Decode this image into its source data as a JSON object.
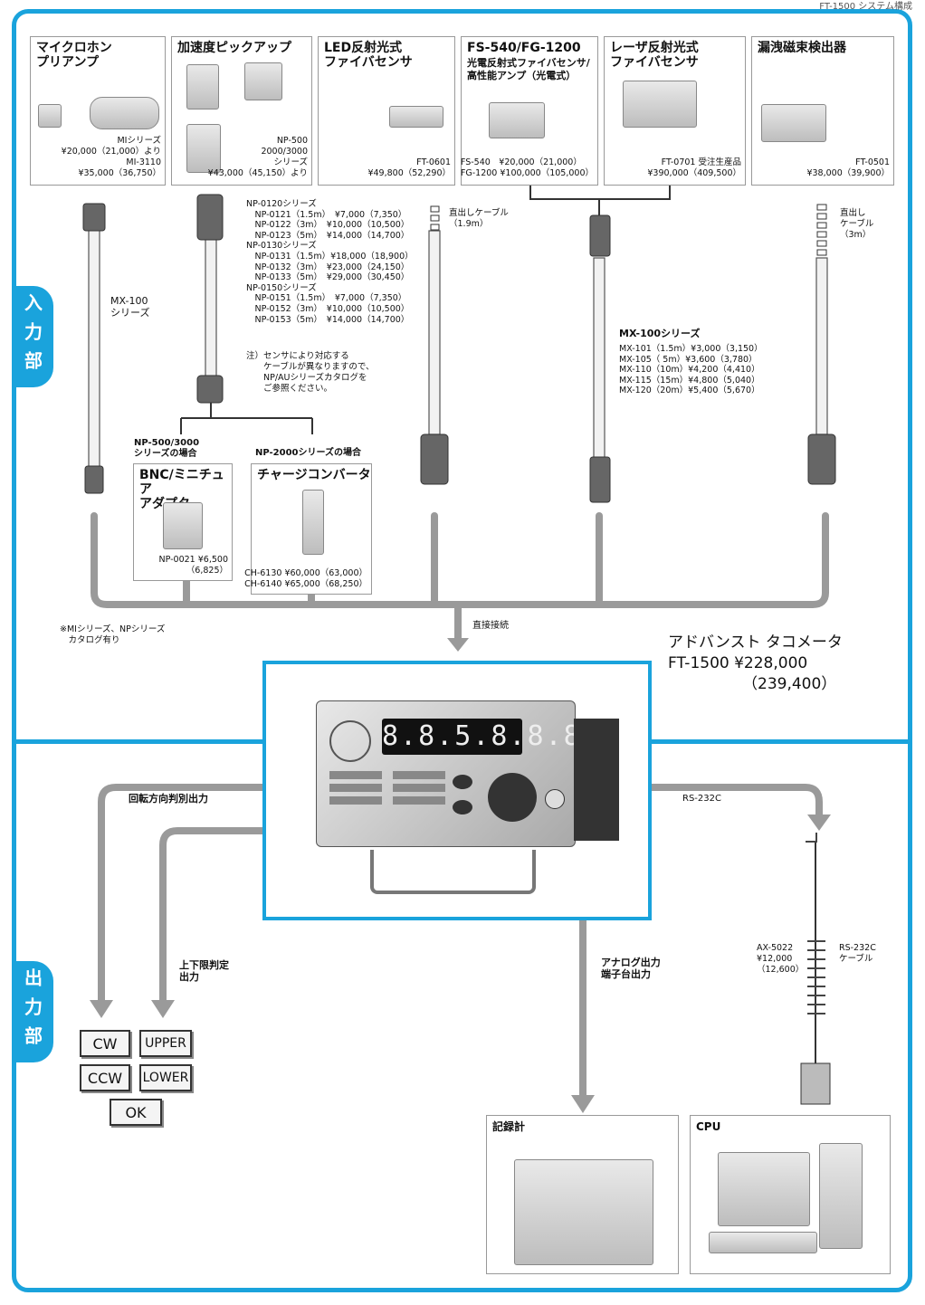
{
  "header_note": "FT-1500 システム構成",
  "section_labels": {
    "input": "入力部",
    "output": "出力部"
  },
  "sensors": [
    {
      "title": "マイクロホン\nプリアンプ",
      "prices": "MIシリーズ\n¥20,000（21,000）より\nMI-3110\n¥35,000（36,750）"
    },
    {
      "title": "加速度ピックアップ",
      "prices": "NP-500\n2000/3000\nシリーズ\n¥43,000（45,150）より"
    },
    {
      "title": "LED反射光式\nファイバセンサ",
      "prices": "FT-0601\n¥49,800（52,290）"
    },
    {
      "title": "FS-540/FG-1200",
      "subtitle": "光電反射式ファイバセンサ/\n高性能アンプ（光電式）",
      "prices": "FS-540　¥20,000（21,000）\nFG-1200 ¥100,000（105,000）"
    },
    {
      "title": "レーザ反射光式\nファイバセンサ",
      "prices": "FT-0701 受注生産品\n¥390,000（409,500）"
    },
    {
      "title": "漏洩磁束検出器",
      "prices": "FT-0501\n¥38,000（39,900）"
    }
  ],
  "cables": {
    "mx100_label": "MX-100\nシリーズ",
    "np_list": "NP-0120シリーズ\n　NP-0121（1.5m）　¥7,000（7,350）\n　NP-0122（3m）　¥10,000（10,500）\n　NP-0123（5m）　¥14,000（14,700）\nNP-0130シリーズ\n　NP-0131（1.5m）¥18,000（18,900）\n　NP-0132（3m）　¥23,000（24,150）\n　NP-0133（5m）　¥29,000（30,450）\nNP-0150シリーズ\n　NP-0151（1.5m）　¥7,000（7,350）\n　NP-0152（3m）　¥10,000（10,500）\n　NP-0153（5m）　¥14,000（14,700）",
    "np_note": "注）センサにより対応する\n　　ケーブルが異なりますので、\n　　NP/AUシリーズカタログを\n　　ご参照ください。",
    "direct_cable_1": "直出しケーブル\n（1.9m）",
    "direct_cable_2": "直出し\nケーブル\n（3m）",
    "mx_series_title": "MX-100シリーズ",
    "mx_list": "MX-101（1.5m）¥3,000（3,150）\nMX-105（ 5m）¥3,600（3,780）\nMX-110（10m）¥4,200（4,410）\nMX-115（15m）¥4,800（5,040）\nMX-120（20m）¥5,400（5,670）"
  },
  "adapters": {
    "np500_case": "NP-500/3000\nシリーズの場合",
    "np2000_case": "NP-2000シリーズの場合",
    "bnc_title": "BNC/ミニチュア\nアダプタ",
    "bnc_price": "NP-0021 ¥6,500\n（6,825）",
    "charge_title": "チャージコンバータ",
    "charge_price": "CH-6130 ¥60,000（63,000）\nCH-6140 ¥65,000（68,250）"
  },
  "catalog_note": "※MIシリーズ、NPシリーズ\n　カタログ有り",
  "direct_connect": "直接接続",
  "product": {
    "name": "アドバンスト タコメータ",
    "price": "FT-1500 ¥228,000",
    "tax": "（239,400）",
    "display": "8.8.5.8.8.8."
  },
  "outputs": {
    "rotation": "回転方向判別出力",
    "limit": "上下限判定\n出力",
    "analog": "アナログ出力\n端子台出力",
    "rs232c": "RS-232C",
    "rs_cable_label": "RS-232C\nケーブル",
    "rs_cable_price": "AX-5022\n¥12,000\n（12,600）",
    "recorder": "記録計",
    "cpu": "CPU",
    "buttons": [
      "CW",
      "CCW",
      "UPPER",
      "LOWER",
      "OK"
    ]
  },
  "colors": {
    "accent": "#1aa3dc",
    "line": "#9a9a9a"
  }
}
